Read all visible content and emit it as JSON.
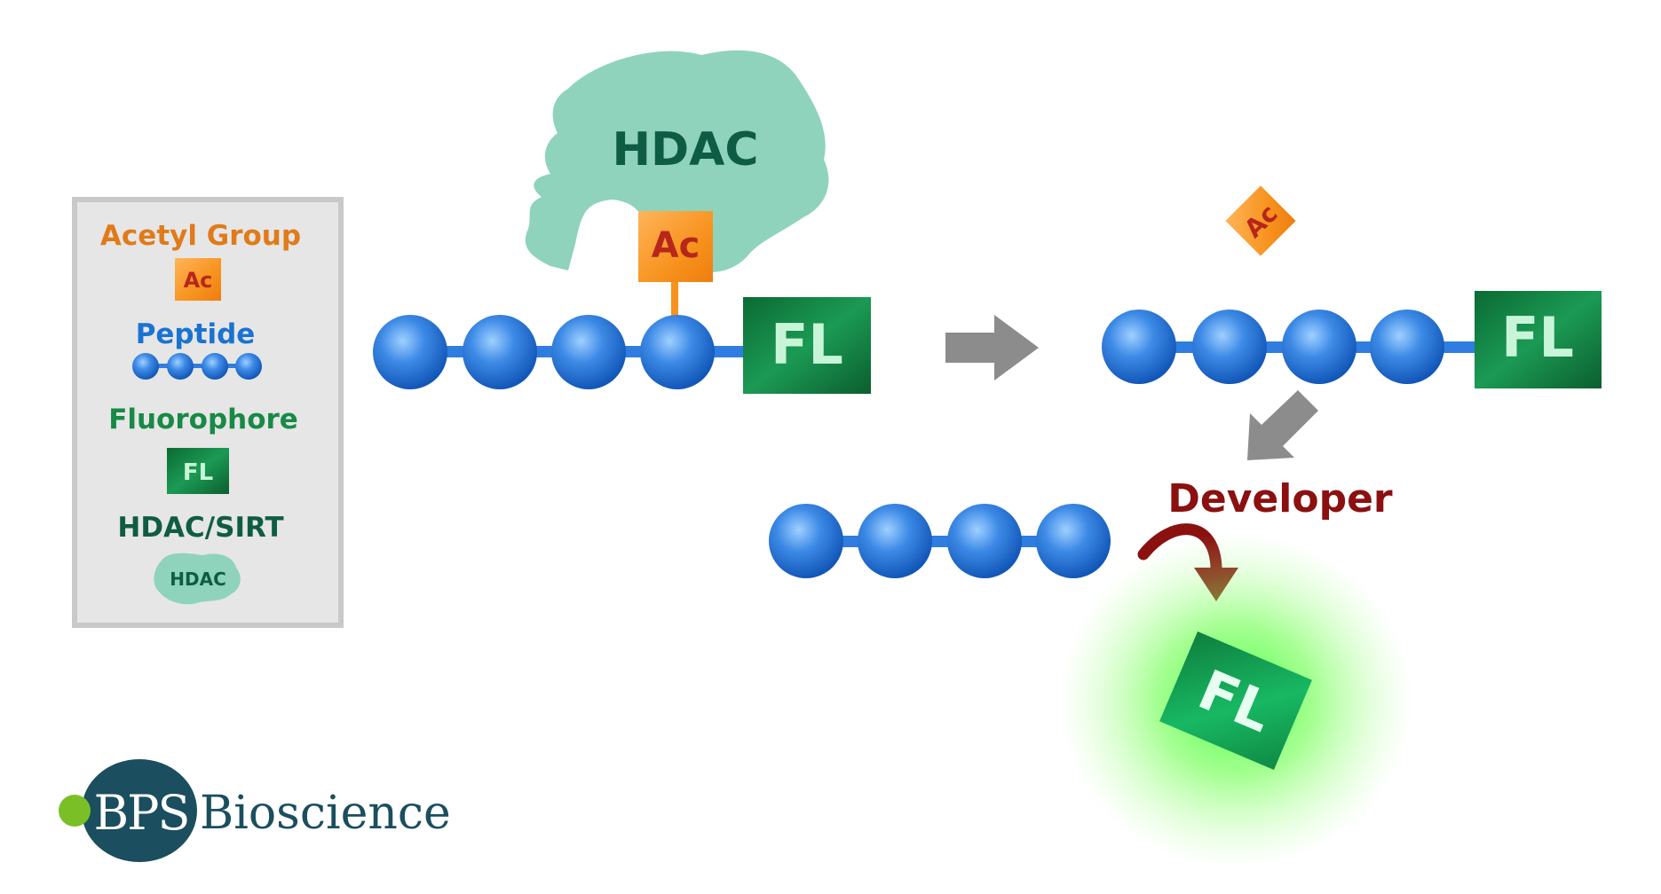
{
  "legend": {
    "acetyl_title": "Acetyl Group",
    "acetyl_symbol": "Ac",
    "peptide_title": "Peptide",
    "fluorophore_title": "Fluorophore",
    "fluorophore_symbol": "FL",
    "enzyme_title": "HDAC/SIRT",
    "enzyme_symbol": "HDAC"
  },
  "step1": {
    "enzyme_label": "HDAC",
    "acetyl_label": "Ac",
    "fluor_label": "FL"
  },
  "step2": {
    "released_acetyl_label": "Ac",
    "fluor_label": "FL"
  },
  "step3": {
    "developer_label": "Developer",
    "released_fluor_label": "FL"
  },
  "logo": {
    "mark_text": "BPS",
    "word": "Bioscience"
  },
  "colors": {
    "acetyl_title": "#e07b1a",
    "acetyl_text": "#b8261b",
    "peptide_title": "#1a73d1",
    "bead": "#2f7de0",
    "fluor_title": "#178a45",
    "fluor_box": "#127a3c",
    "fluor_text": "#c8f5d8",
    "enzyme_title": "#0f5c44",
    "enzyme_blob": "#8fd3bd",
    "developer": "#8b1010",
    "arrow": "#8c8c8c",
    "logo_dark": "#1b4e5e",
    "logo_green": "#7bbf27",
    "glow": "#4dff4d"
  }
}
